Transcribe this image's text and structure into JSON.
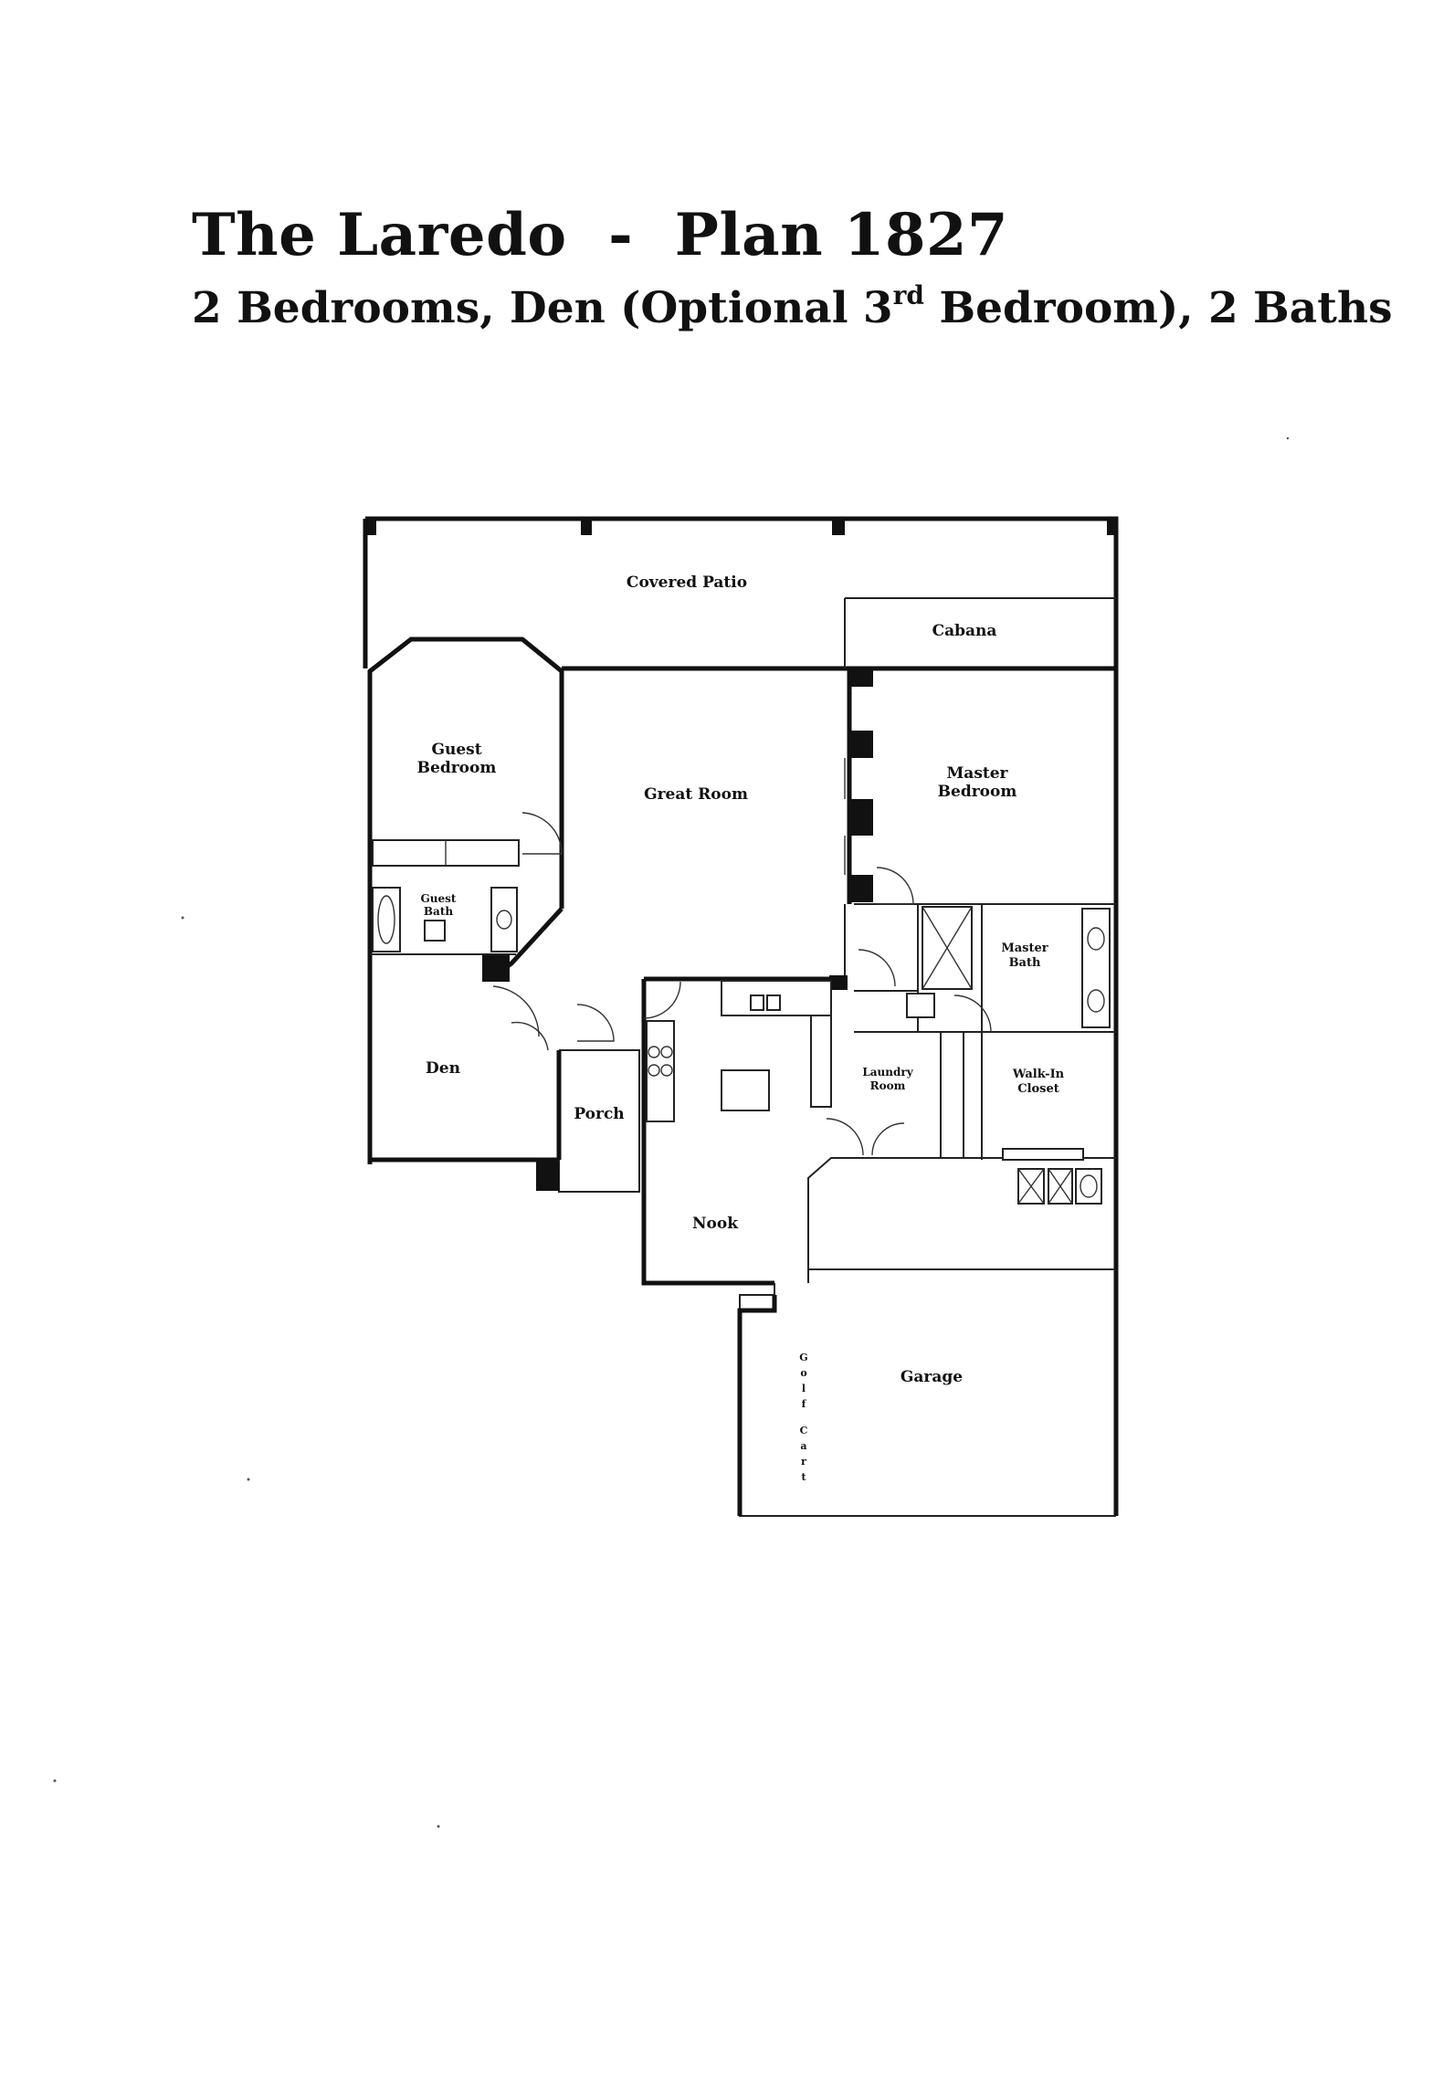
{
  "header": {
    "title": "The Laredo  -  Plan 1827",
    "subtitle_part1": "2 Bedrooms, Den (Optional 3",
    "subtitle_sup": "rd",
    "subtitle_part2": " Bedroom), 2 Baths"
  },
  "rooms": {
    "covered_patio": "Covered Patio",
    "cabana": "Cabana",
    "guest_bedroom_line1": "Guest",
    "guest_bedroom_line2": "Bedroom",
    "great_room": "Great Room",
    "master_bedroom_line1": "Master",
    "master_bedroom_line2": "Bedroom",
    "guest_bath_line1": "Guest",
    "guest_bath_line2": "Bath",
    "master_bath_line1": "Master",
    "master_bath_line2": "Bath",
    "den": "Den",
    "laundry_line1": "Laundry",
    "laundry_line2": "Room",
    "walkin_line1": "Walk-In",
    "walkin_line2": "Closet",
    "porch": "Porch",
    "nook": "Nook",
    "garage": "Garage",
    "golf_cart_letters": [
      "G",
      "o",
      "l",
      "f",
      "C",
      "a",
      "r",
      "t"
    ]
  }
}
